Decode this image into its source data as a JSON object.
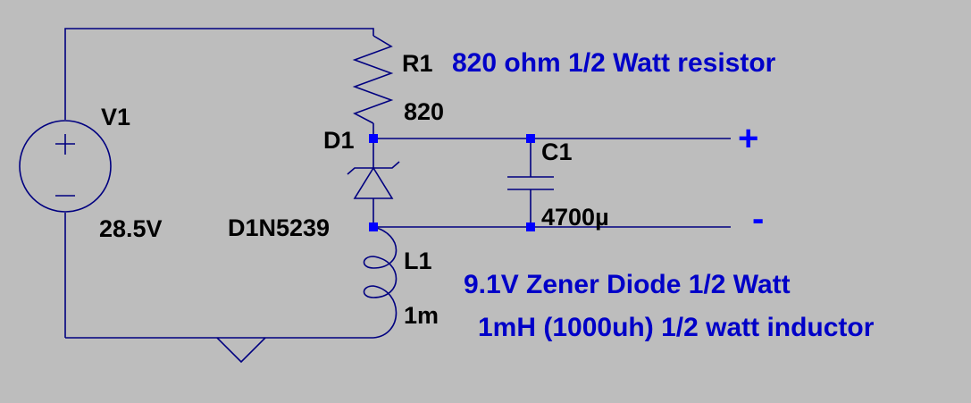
{
  "schematic": {
    "source": {
      "ref": "V1",
      "value": "28.5V"
    },
    "resistor": {
      "ref": "R1",
      "value": "820",
      "note": "820 ohm 1/2 Watt resistor"
    },
    "diode": {
      "ref": "D1",
      "value": "D1N5239",
      "note": "9.1V Zener Diode 1/2 Watt"
    },
    "capacitor": {
      "ref": "C1",
      "value": "4700µ"
    },
    "inductor": {
      "ref": "L1",
      "value": "1m",
      "note": "1mH (1000uh) 1/2 watt inductor"
    },
    "output": {
      "plus": "+",
      "minus": "-"
    }
  },
  "colors": {
    "background": "#bdbdbd",
    "wire": "#000080",
    "node": "#0000ff",
    "note": "#0000c8",
    "label": "#000000",
    "terminal": "#0000ff"
  }
}
